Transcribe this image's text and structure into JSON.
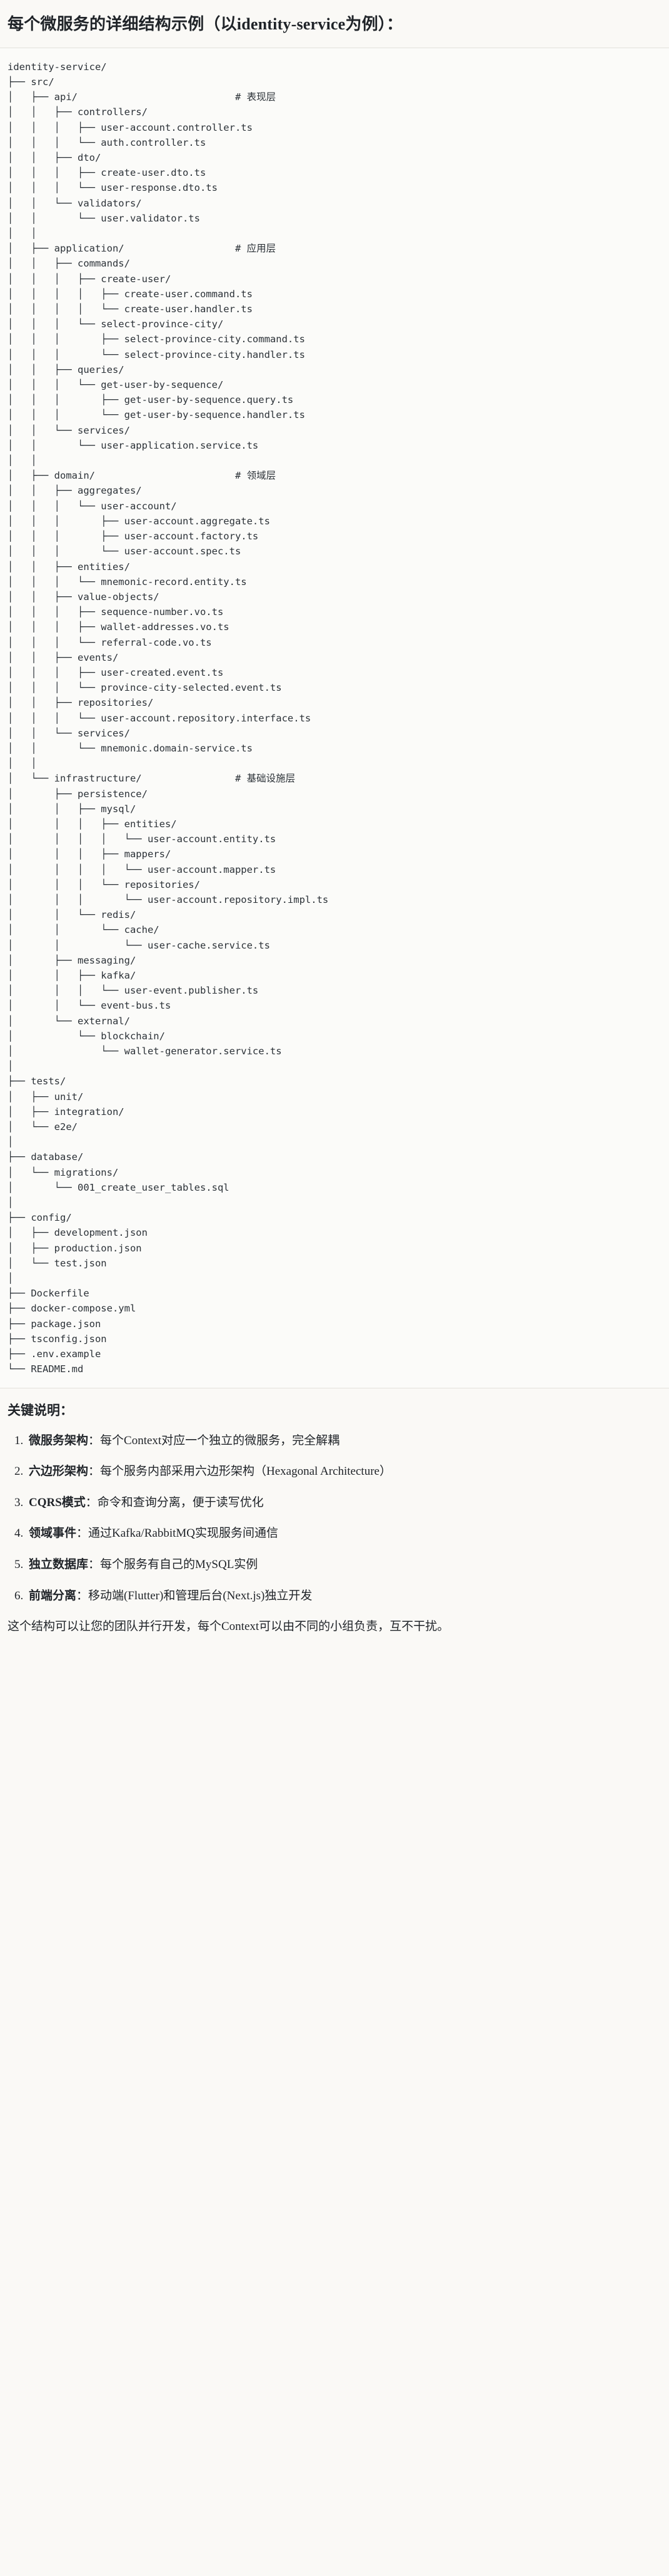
{
  "header": {
    "title": "每个微服务的详细结构示例（以identity-service为例）："
  },
  "tree": {
    "language": "text",
    "comments": {
      "api": "# 表现层",
      "application": "# 应用层",
      "domain": "# 领域层",
      "infrastructure": "# 基础设施层"
    },
    "text": "identity-service/\n├── src/\n│   ├── api/                           # 表现层\n│   │   ├── controllers/\n│   │   │   ├── user-account.controller.ts\n│   │   │   └── auth.controller.ts\n│   │   ├── dto/\n│   │   │   ├── create-user.dto.ts\n│   │   │   └── user-response.dto.ts\n│   │   └── validators/\n│   │       └── user.validator.ts\n│   │\n│   ├── application/                   # 应用层\n│   │   ├── commands/\n│   │   │   ├── create-user/\n│   │   │   │   ├── create-user.command.ts\n│   │   │   │   └── create-user.handler.ts\n│   │   │   └── select-province-city/\n│   │   │       ├── select-province-city.command.ts\n│   │   │       └── select-province-city.handler.ts\n│   │   ├── queries/\n│   │   │   └── get-user-by-sequence/\n│   │   │       ├── get-user-by-sequence.query.ts\n│   │   │       └── get-user-by-sequence.handler.ts\n│   │   └── services/\n│   │       └── user-application.service.ts\n│   │\n│   ├── domain/                        # 领域层\n│   │   ├── aggregates/\n│   │   │   └── user-account/\n│   │   │       ├── user-account.aggregate.ts\n│   │   │       ├── user-account.factory.ts\n│   │   │       └── user-account.spec.ts\n│   │   ├── entities/\n│   │   │   └── mnemonic-record.entity.ts\n│   │   ├── value-objects/\n│   │   │   ├── sequence-number.vo.ts\n│   │   │   ├── wallet-addresses.vo.ts\n│   │   │   └── referral-code.vo.ts\n│   │   ├── events/\n│   │   │   ├── user-created.event.ts\n│   │   │   └── province-city-selected.event.ts\n│   │   ├── repositories/\n│   │   │   └── user-account.repository.interface.ts\n│   │   └── services/\n│   │       └── mnemonic.domain-service.ts\n│   │\n│   └── infrastructure/                # 基础设施层\n│       ├── persistence/\n│       │   ├── mysql/\n│       │   │   ├── entities/\n│       │   │   │   └── user-account.entity.ts\n│       │   │   ├── mappers/\n│       │   │   │   └── user-account.mapper.ts\n│       │   │   └── repositories/\n│       │   │       └── user-account.repository.impl.ts\n│       │   └── redis/\n│       │       └── cache/\n│       │           └── user-cache.service.ts\n│       ├── messaging/\n│       │   ├── kafka/\n│       │   │   └── user-event.publisher.ts\n│       │   └── event-bus.ts\n│       └── external/\n│           └── blockchain/\n│               └── wallet-generator.service.ts\n│\n├── tests/\n│   ├── unit/\n│   ├── integration/\n│   └── e2e/\n│\n├── database/\n│   └── migrations/\n│       └── 001_create_user_tables.sql\n│\n├── config/\n│   ├── development.json\n│   ├── production.json\n│   └── test.json\n│\n├── Dockerfile\n├── docker-compose.yml\n├── package.json\n├── tsconfig.json\n├── .env.example\n└── README.md"
  },
  "keypoints": {
    "heading": "关键说明：",
    "items": [
      {
        "term": "微服务架构",
        "desc": "：每个Context对应一个独立的微服务，完全解耦"
      },
      {
        "term": "六边形架构",
        "desc": "：每个服务内部采用六边形架构（Hexagonal Architecture）"
      },
      {
        "term": "CQRS模式",
        "desc": "：命令和查询分离，便于读写优化"
      },
      {
        "term": "领域事件",
        "desc": "：通过Kafka/RabbitMQ实现服务间通信"
      },
      {
        "term": "独立数据库",
        "desc": "：每个服务有自己的MySQL实例"
      },
      {
        "term": "前端分离",
        "desc": "：移动端(Flutter)和管理后台(Next.js)独立开发"
      }
    ],
    "closing": "这个结构可以让您的团队并行开发，每个Context可以由不同的小组负责，互不干扰。"
  }
}
